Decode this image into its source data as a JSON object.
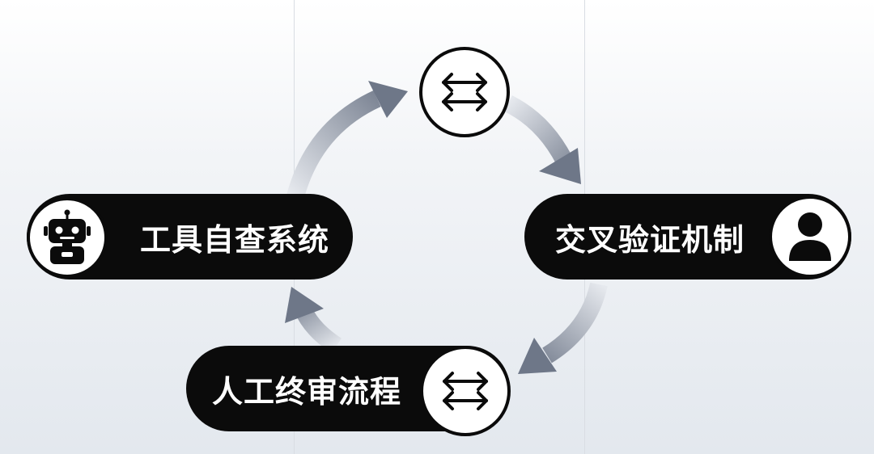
{
  "nodes": {
    "tool_self_check": {
      "label": "工具自查系统",
      "icon": "robot-icon"
    },
    "cross_verification": {
      "label": "交叉验证机制",
      "icon": "person-icon"
    },
    "human_final_review": {
      "label": "人工终审流程",
      "icon": "swap-arrows-icon"
    },
    "top_connector": {
      "icon": "swap-arrows-icon"
    }
  },
  "colors": {
    "pill": "#0b0b0b",
    "pill_text": "#ffffff",
    "arrow_start": "#6e7788",
    "arrow_end": "#e6e9ee"
  }
}
